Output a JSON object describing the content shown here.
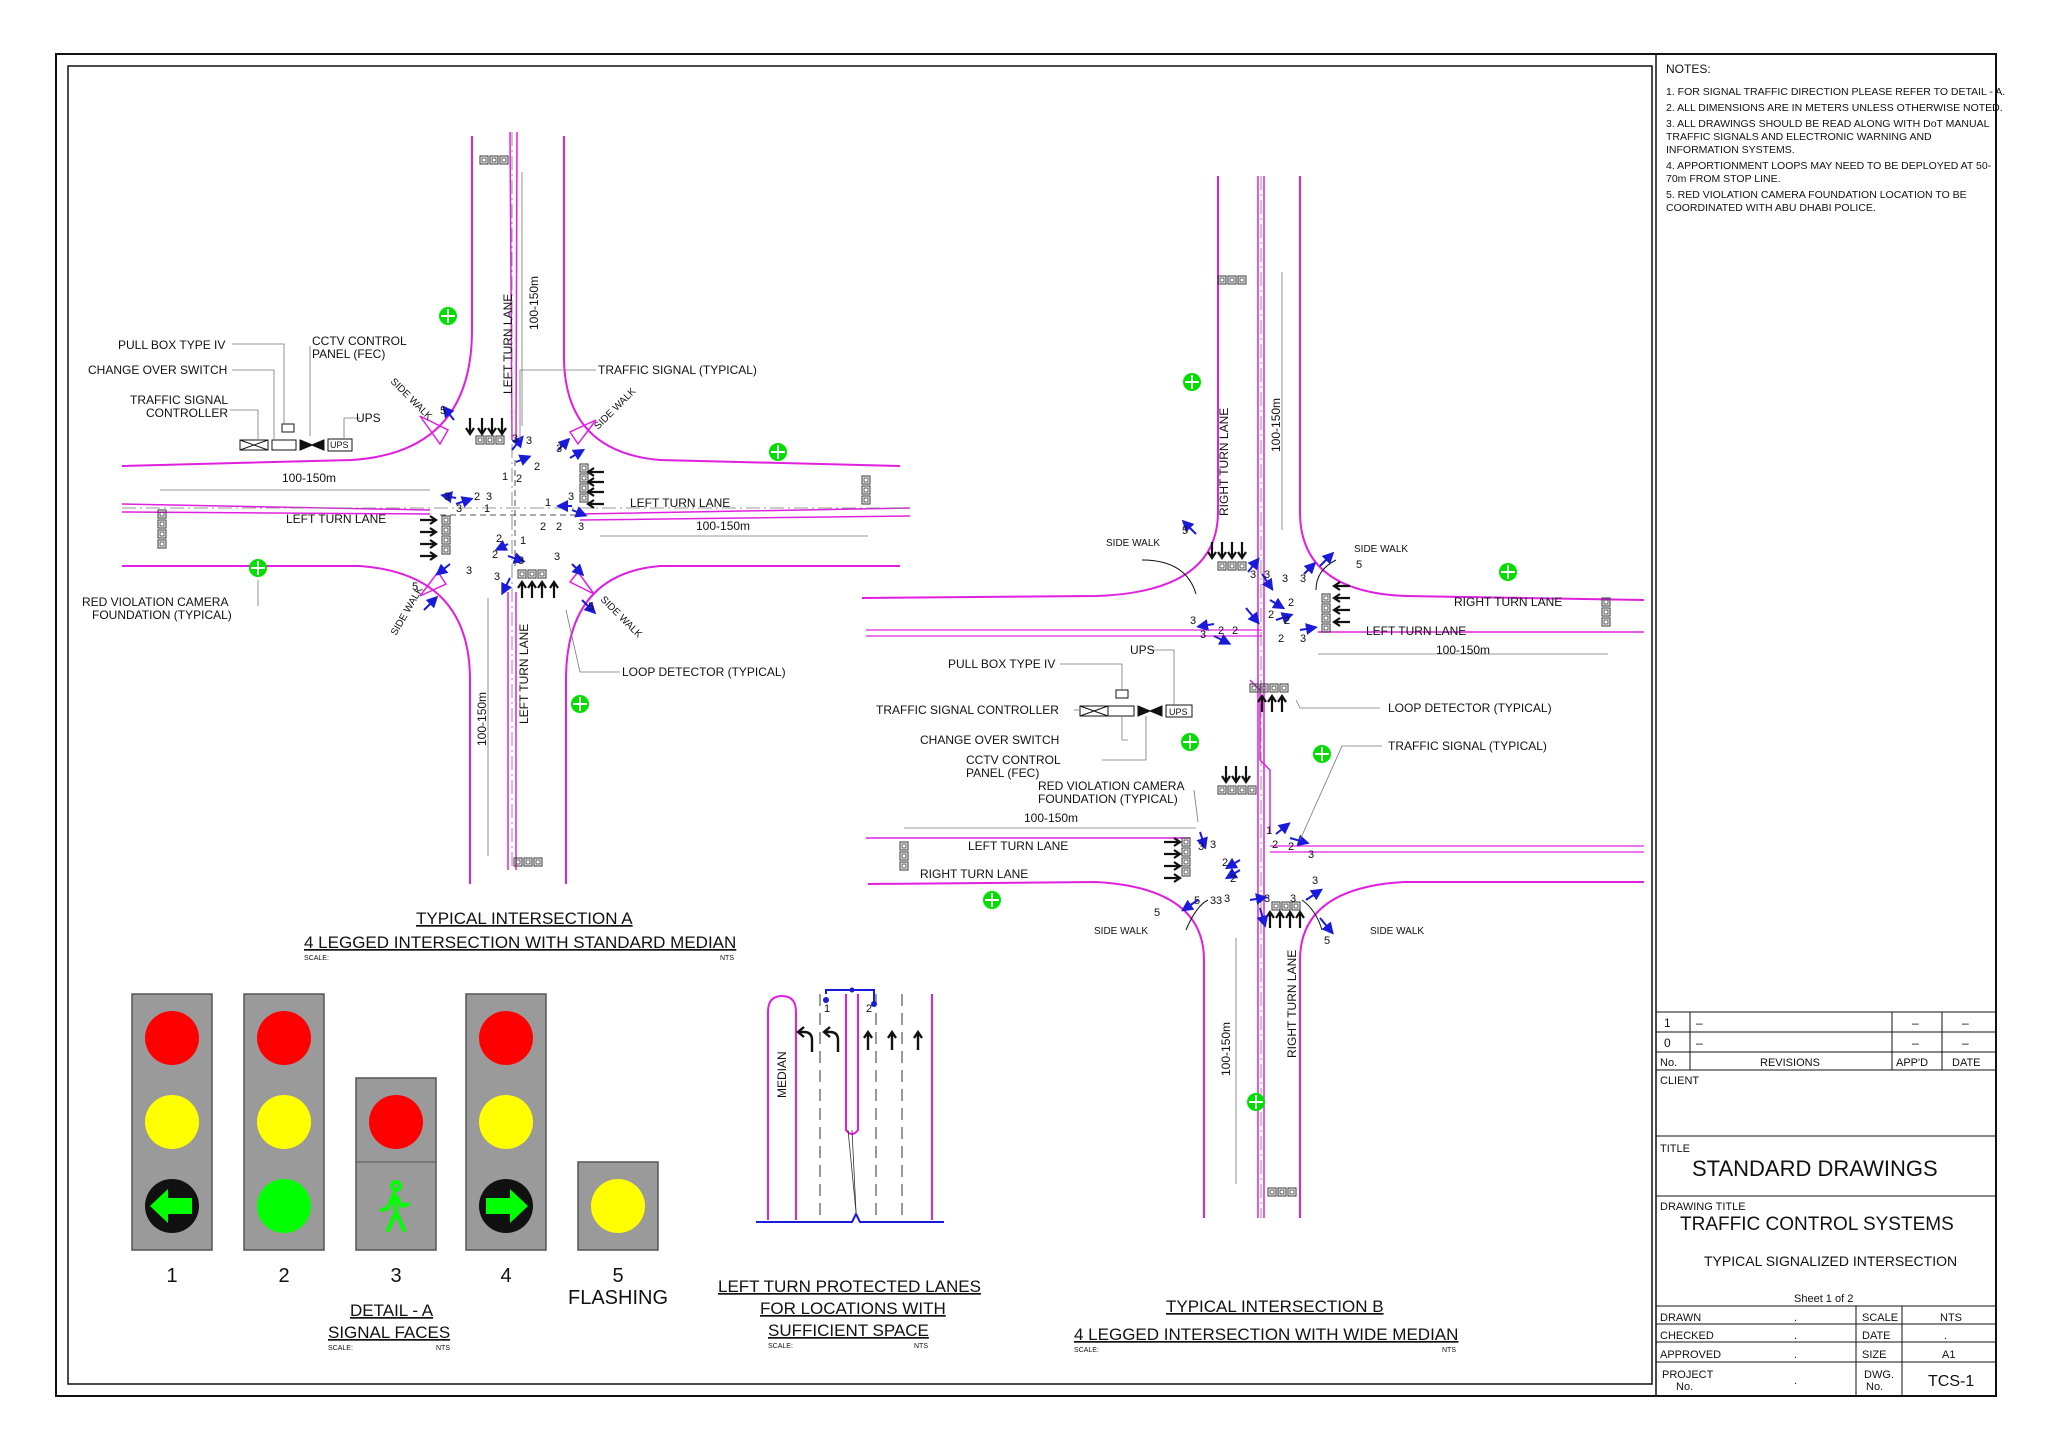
{
  "notes": {
    "heading": "NOTES:",
    "items": [
      "1. FOR SIGNAL TRAFFIC DIRECTION PLEASE REFER TO DETAIL - A.",
      "2. ALL DIMENSIONS ARE IN METERS UNLESS OTHERWISE NOTED.",
      "3. ALL DRAWINGS SHOULD BE READ ALONG WITH DoT MANUAL TRAFFIC SIGNALS AND ELECTRONIC WARNING AND INFORMATION SYSTEMS.",
      "4. APPORTIONMENT LOOPS MAY NEED TO BE DEPLOYED AT 50-70m FROM STOP LINE.",
      "5. RED VIOLATION CAMERA FOUNDATION LOCATION TO BE COORDINATED WITH ABU DHABI POLICE."
    ]
  },
  "intersection_a": {
    "title": "TYPICAL INTERSECTION A",
    "subtitle": "4 LEGGED INTERSECTION WITH STANDARD MEDIAN",
    "scale_label": "SCALE:",
    "scale_value": "NTS",
    "labels": {
      "pull_box": "PULL BOX TYPE IV",
      "change_over": "CHANGE OVER SWITCH",
      "controller_1": "TRAFFIC SIGNAL",
      "controller_2": "CONTROLLER",
      "cctv_1": "CCTV CONTROL",
      "cctv_2": "PANEL (FEC)",
      "ups": "UPS",
      "ups_box": "UPS",
      "traffic_signal": "TRAFFIC SIGNAL  (TYPICAL)",
      "side_walk": "SIDE WALK",
      "left_turn_lane": "LEFT TURN LANE",
      "dim": "100-150m",
      "red_violation_1": "RED VIOLATION CAMERA",
      "red_violation_2": "FOUNDATION (TYPICAL)",
      "loop_detector": "LOOP DETECTOR (TYPICAL)"
    }
  },
  "intersection_b": {
    "title": "TYPICAL INTERSECTION B",
    "subtitle": "4 LEGGED INTERSECTION WITH WIDE MEDIAN",
    "scale_label": "SCALE:",
    "scale_value": "NTS",
    "labels": {
      "right_turn_lane": "RIGHT TURN LANE",
      "left_turn_lane": "LEFT TURN LANE",
      "side_walk": "SIDE WALK",
      "dim": "100-150m",
      "ups": "UPS",
      "ups_box": "UPS",
      "pull_box": "PULL BOX TYPE IV",
      "controller": "TRAFFIC SIGNAL CONTROLLER",
      "change_over": "CHANGE OVER SWITCH",
      "cctv_1": "CCTV CONTROL",
      "cctv_2": "PANEL (FEC)",
      "red_violation_1": "RED VIOLATION CAMERA",
      "red_violation_2": "FOUNDATION (TYPICAL)",
      "loop_detector": "LOOP DETECTOR (TYPICAL)",
      "traffic_signal": "TRAFFIC SIGNAL (TYPICAL)"
    }
  },
  "detail_a": {
    "title": "DETAIL - A",
    "subtitle": "SIGNAL FACES",
    "scale_label": "SCALE:",
    "scale_value": "NTS",
    "faces": [
      {
        "number": "1",
        "lamps": [
          "red",
          "yellow",
          "green-left-arrow"
        ]
      },
      {
        "number": "2",
        "lamps": [
          "red",
          "yellow",
          "green"
        ]
      },
      {
        "number": "3",
        "lamps": [
          "red",
          "green-pedestrian"
        ]
      },
      {
        "number": "4",
        "lamps": [
          "red",
          "yellow",
          "green-right-arrow"
        ]
      },
      {
        "number": "5",
        "caption": "FLASHING",
        "lamps": [
          "yellow"
        ]
      }
    ],
    "colors": {
      "red": "#ff0000",
      "yellow": "#ffff00",
      "green": "#00ff00",
      "housing": "#9a9a9a",
      "road": "#e020e0",
      "signal": "#1a1adb"
    }
  },
  "left_turn_detail": {
    "title_1": "LEFT TURN PROTECTED LANES",
    "title_2": "FOR LOCATIONS WITH",
    "title_3": "SUFFICIENT SPACE",
    "scale_label": "SCALE:",
    "scale_value": "NTS",
    "median_label": "MEDIAN",
    "signal_1": "1",
    "signal_2": "2"
  },
  "title_block": {
    "revisions": [
      {
        "no": "1",
        "desc": "–",
        "appd": "–",
        "date": "–"
      },
      {
        "no": "0",
        "desc": "–",
        "appd": "–",
        "date": "–"
      }
    ],
    "rev_headers": {
      "no": "No.",
      "revisions": "REVISIONS",
      "appd": "APP'D",
      "date": "DATE"
    },
    "client_label": "CLIENT",
    "title_label": "TITLE",
    "title": "STANDARD DRAWINGS",
    "drawing_title_label": "DRAWING TITLE",
    "drawing_title": "TRAFFIC CONTROL SYSTEMS",
    "drawing_subtitle": "TYPICAL SIGNALIZED INTERSECTION",
    "sheet": "Sheet 1 of 2",
    "rows": [
      {
        "label": "DRAWN",
        "value": ".",
        "k": "SCALE",
        "v": "NTS"
      },
      {
        "label": "CHECKED",
        "value": ".",
        "k": "DATE",
        "v": "."
      },
      {
        "label": "APPROVED",
        "value": ".",
        "k": "SIZE",
        "v": "A1"
      }
    ],
    "project_label_1": "PROJECT",
    "project_label_2": "No.",
    "project_value": ".",
    "dwg_label_1": "DWG.",
    "dwg_label_2": "No.",
    "dwg_value": "TCS-1"
  }
}
